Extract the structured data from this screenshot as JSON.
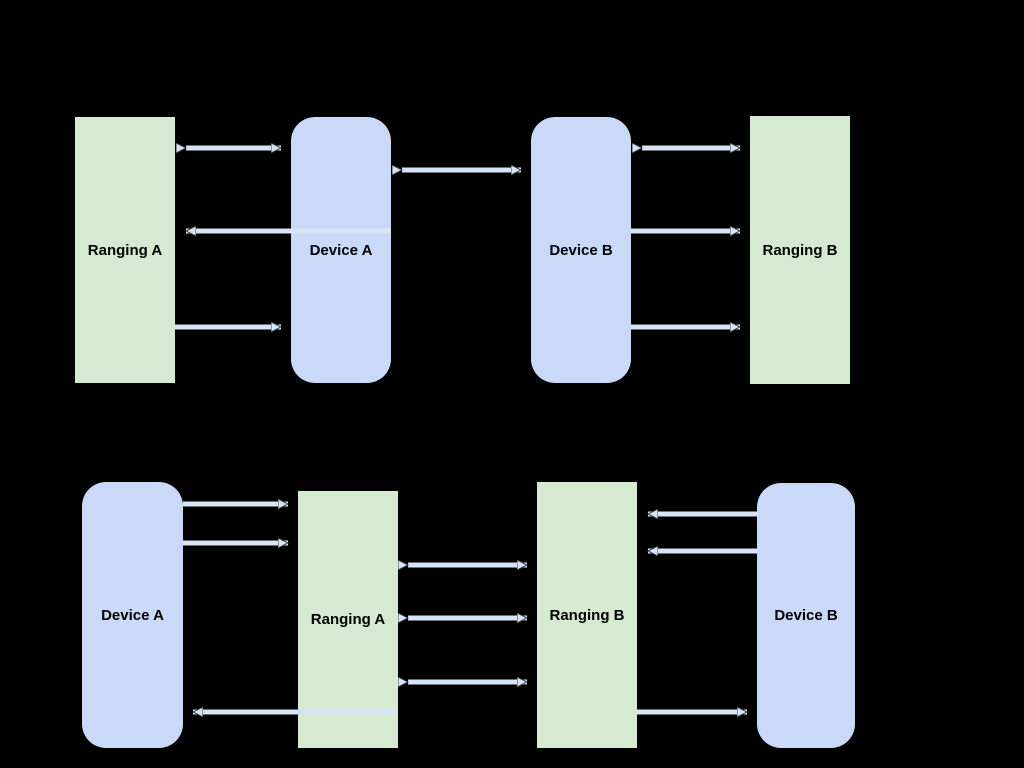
{
  "colors": {
    "background": "#000000",
    "device_box": "#c9d9f7",
    "ranging_box": "#d6e9d1",
    "arrow": "#d7e4f5",
    "label_text": "#000000"
  },
  "diagrams": [
    {
      "id": "top",
      "boxes": [
        {
          "label": "Ranging A",
          "type": "ranging"
        },
        {
          "label": "Device A",
          "type": "device"
        },
        {
          "label": "Device B",
          "type": "device"
        },
        {
          "label": "Ranging B",
          "type": "ranging"
        }
      ],
      "connections": [
        {
          "from": "Ranging A",
          "to": "Device A",
          "heads": "both",
          "position": "top"
        },
        {
          "from": "Device A",
          "to": "Ranging A",
          "heads": "single",
          "position": "middle"
        },
        {
          "from": "Ranging A",
          "to": "Device A",
          "heads": "single",
          "position": "bottom"
        },
        {
          "from": "Device A",
          "to": "Device B",
          "heads": "both",
          "position": "top"
        },
        {
          "from": "Device B",
          "to": "Ranging B",
          "heads": "both",
          "position": "top"
        },
        {
          "from": "Device B",
          "to": "Ranging B",
          "heads": "single",
          "position": "middle"
        },
        {
          "from": "Device B",
          "to": "Ranging B",
          "heads": "single",
          "position": "bottom"
        }
      ]
    },
    {
      "id": "bottom",
      "boxes": [
        {
          "label": "Device A",
          "type": "device"
        },
        {
          "label": "Ranging A",
          "type": "ranging"
        },
        {
          "label": "Ranging B",
          "type": "ranging"
        },
        {
          "label": "Device B",
          "type": "device"
        }
      ],
      "connections": [
        {
          "from": "Device A",
          "to": "Ranging A",
          "heads": "single",
          "position": "top-1"
        },
        {
          "from": "Device A",
          "to": "Ranging A",
          "heads": "single",
          "position": "top-2"
        },
        {
          "from": "Ranging A",
          "to": "Device A",
          "heads": "single",
          "position": "bottom"
        },
        {
          "from": "Ranging A",
          "to": "Ranging B",
          "heads": "both",
          "position": "upper"
        },
        {
          "from": "Ranging A",
          "to": "Ranging B",
          "heads": "both",
          "position": "middle"
        },
        {
          "from": "Ranging A",
          "to": "Ranging B",
          "heads": "both",
          "position": "lower"
        },
        {
          "from": "Device B",
          "to": "Ranging B",
          "heads": "single",
          "position": "top-1"
        },
        {
          "from": "Device B",
          "to": "Ranging B",
          "heads": "single",
          "position": "top-2"
        },
        {
          "from": "Ranging B",
          "to": "Device B",
          "heads": "single",
          "position": "bottom"
        }
      ]
    }
  ]
}
